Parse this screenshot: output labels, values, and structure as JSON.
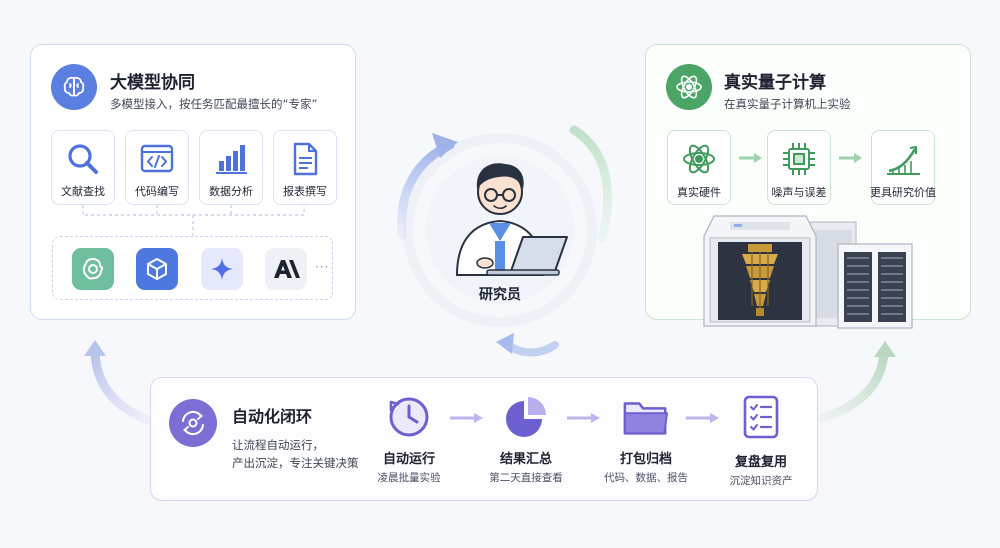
{
  "colors": {
    "llm_accent": "#5b7fe0",
    "quantum_accent": "#4aa566",
    "auto_accent": "#7b6fd6",
    "llm_border": "#cfdcf4",
    "quantum_border": "#cde3d2",
    "auto_border": "#d9d4f1"
  },
  "llm": {
    "title": "大模型协同",
    "subtitle": "多模型接入，按任务匹配最擅长的“专家”",
    "icon": "brain-icon",
    "tasks": [
      {
        "label": "文献查找",
        "icon": "search-icon"
      },
      {
        "label": "代码编写",
        "icon": "code-icon"
      },
      {
        "label": "数据分析",
        "icon": "bar-chart-icon"
      },
      {
        "label": "报表撰写",
        "icon": "document-icon"
      }
    ],
    "models": [
      {
        "name": "openai-logo-icon"
      },
      {
        "name": "cube-logo-icon"
      },
      {
        "name": "sparkle-logo-icon"
      },
      {
        "name": "anthropic-logo-icon",
        "text": "A\\"
      }
    ],
    "more": "···"
  },
  "center": {
    "label": "研究员",
    "icon": "researcher-icon"
  },
  "quantum": {
    "title": "真实量子计算",
    "subtitle": "在真实量子计算机上实验",
    "icon": "atom-icon",
    "steps": [
      {
        "label": "真实硬件",
        "icon": "atom-icon"
      },
      {
        "label": "噪声与误差",
        "icon": "chip-icon"
      },
      {
        "label": "更具研究价值",
        "icon": "growth-chart-icon"
      }
    ],
    "illustration": "quantum-computer-icon"
  },
  "auto": {
    "title": "自动化闭环",
    "subtitle_line1": "让流程自动运行，",
    "subtitle_line2": "产出沉淀，专注关键决策",
    "icon": "cycle-gear-icon",
    "steps": [
      {
        "title": "自动运行",
        "sub": "凌晨批量实验",
        "icon": "clock-icon"
      },
      {
        "title": "结果汇总",
        "sub": "第二天直接查看",
        "icon": "pie-chart-icon"
      },
      {
        "title": "打包归档",
        "sub": "代码、数据、报告",
        "icon": "folder-icon"
      },
      {
        "title": "复盘复用",
        "sub": "沉淀知识资产",
        "icon": "checklist-icon"
      }
    ]
  }
}
